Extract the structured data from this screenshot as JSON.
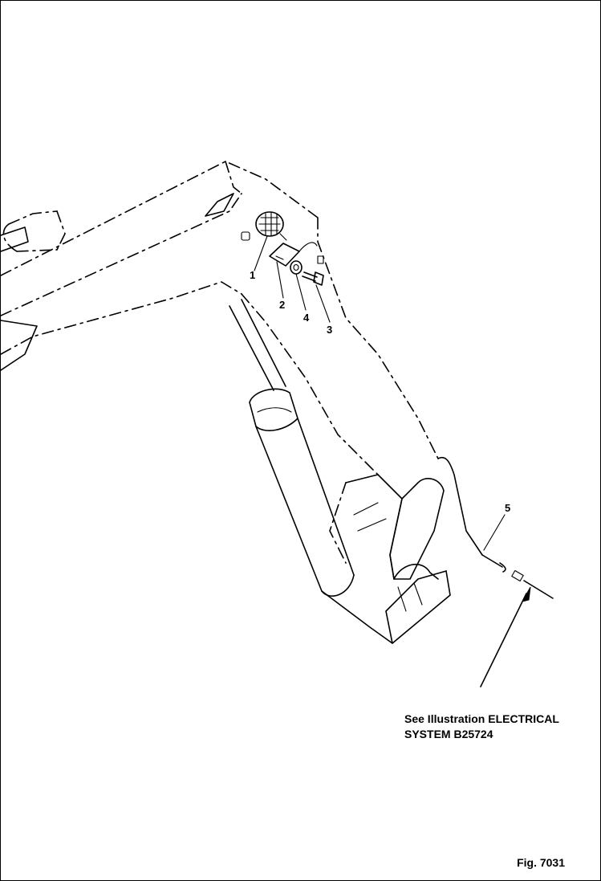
{
  "watermark": "",
  "callouts": [
    {
      "id": "1",
      "label": "1"
    },
    {
      "id": "2",
      "label": "2"
    },
    {
      "id": "3",
      "label": "3"
    },
    {
      "id": "4",
      "label": "4"
    },
    {
      "id": "5",
      "label": "5"
    }
  ],
  "note": {
    "line1": "See Illustration ELECTRICAL",
    "line2": "SYSTEM B25724"
  },
  "figure_label": "Fig. 7031"
}
